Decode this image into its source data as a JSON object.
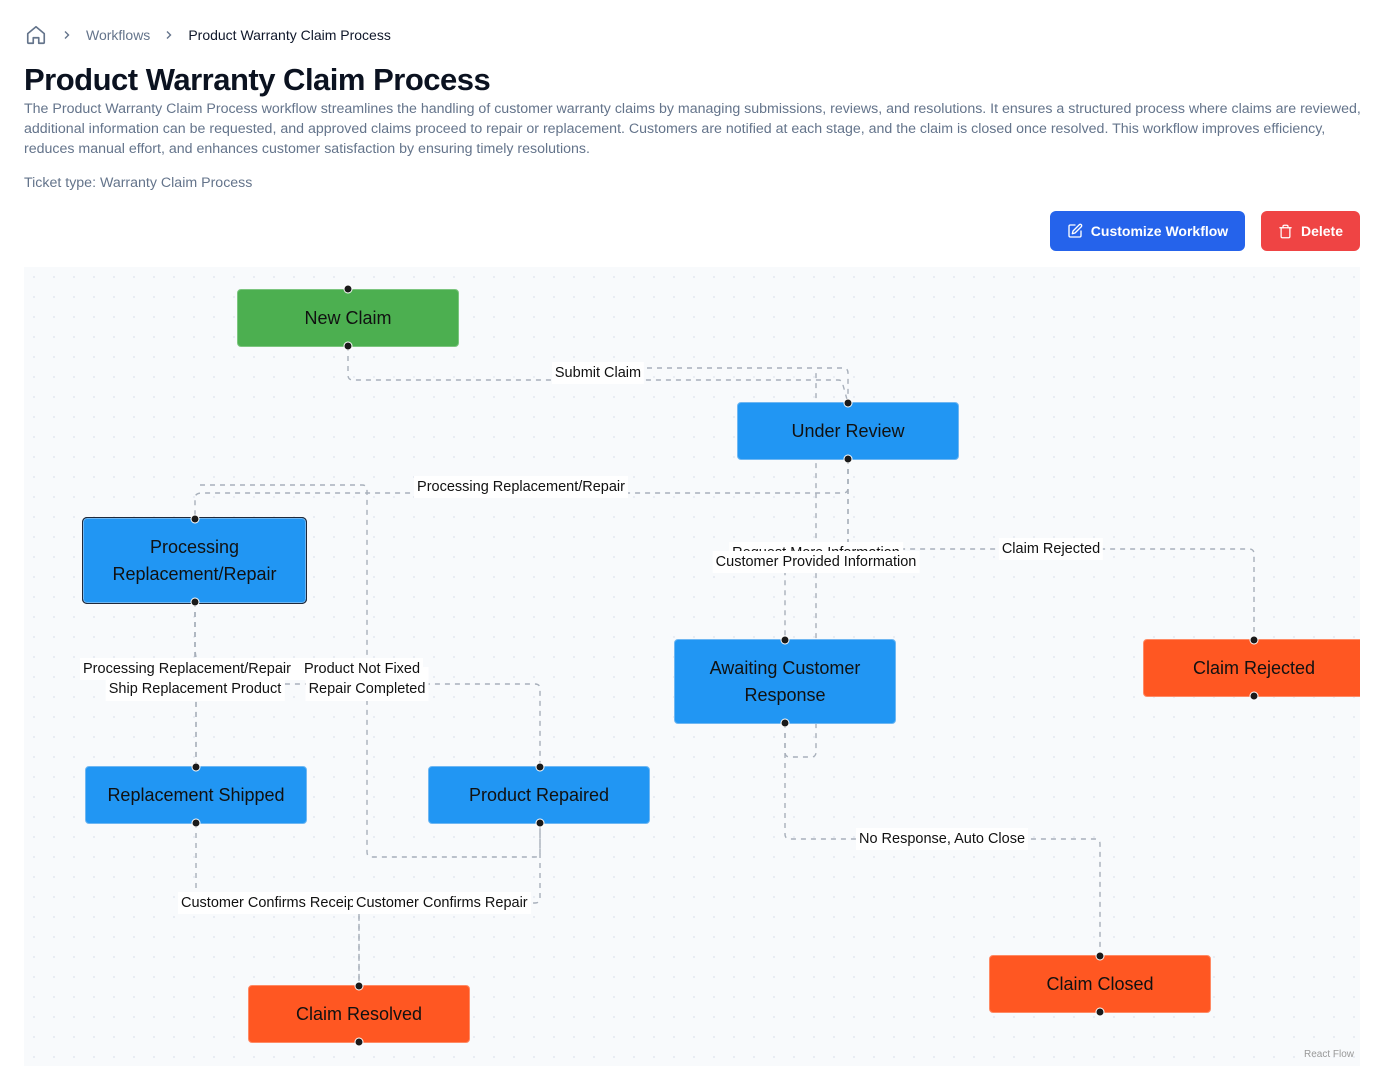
{
  "breadcrumb": {
    "home_icon": "home-icon",
    "workflows": "Workflows",
    "current": "Product Warranty Claim Process"
  },
  "page": {
    "title": "Product Warranty Claim Process",
    "description": "The Product Warranty Claim Process workflow streamlines the handling of customer warranty claims by managing submissions, reviews, and resolutions. It ensures a structured process where claims are reviewed, additional information can be requested, and approved claims proceed to repair or replacement. Customers are notified at each stage, and the claim is closed once resolved. This workflow improves efficiency, reduces manual effort, and enhances customer satisfaction by ensuring timely resolutions.",
    "ticket_type": "Ticket type: Warranty Claim Process"
  },
  "actions": {
    "customize_label": "Customize Workflow",
    "customize_icon": "edit-icon",
    "delete_label": "Delete",
    "delete_icon": "trash-icon"
  },
  "colors": {
    "primary": "#2563eb",
    "danger": "#ef4444",
    "node_start": "#4caf50",
    "node_progress": "#2196f3",
    "node_end": "#ff5722"
  },
  "flow": {
    "attribution": "React Flow",
    "nodes": {
      "new_claim": "New Claim",
      "under_review": "Under Review",
      "processing": "Processing Replacement/Repair",
      "awaiting": "Awaiting Customer Response",
      "claim_rejected": "Claim Rejected",
      "replacement_shipped": "Replacement Shipped",
      "product_repaired": "Product Repaired",
      "claim_resolved": "Claim Resolved",
      "claim_closed": "Claim Closed"
    },
    "edges": {
      "submit_claim": "Submit Claim",
      "processing_top": "Processing Replacement/Repair",
      "request_more_info": "Request More Information",
      "customer_provided_info": "Customer Provided Information",
      "claim_rejected": "Claim Rejected",
      "processing_left": "Processing Replacement/Repair",
      "ship_replacement": "Ship Replacement Product",
      "product_not_fixed": "Product Not Fixed",
      "repair_completed": "Repair Completed",
      "no_response": "No Response, Auto Close",
      "customer_confirms_receipt": "Customer Confirms Receipt",
      "customer_confirms_repair": "Customer Confirms Repair"
    }
  }
}
